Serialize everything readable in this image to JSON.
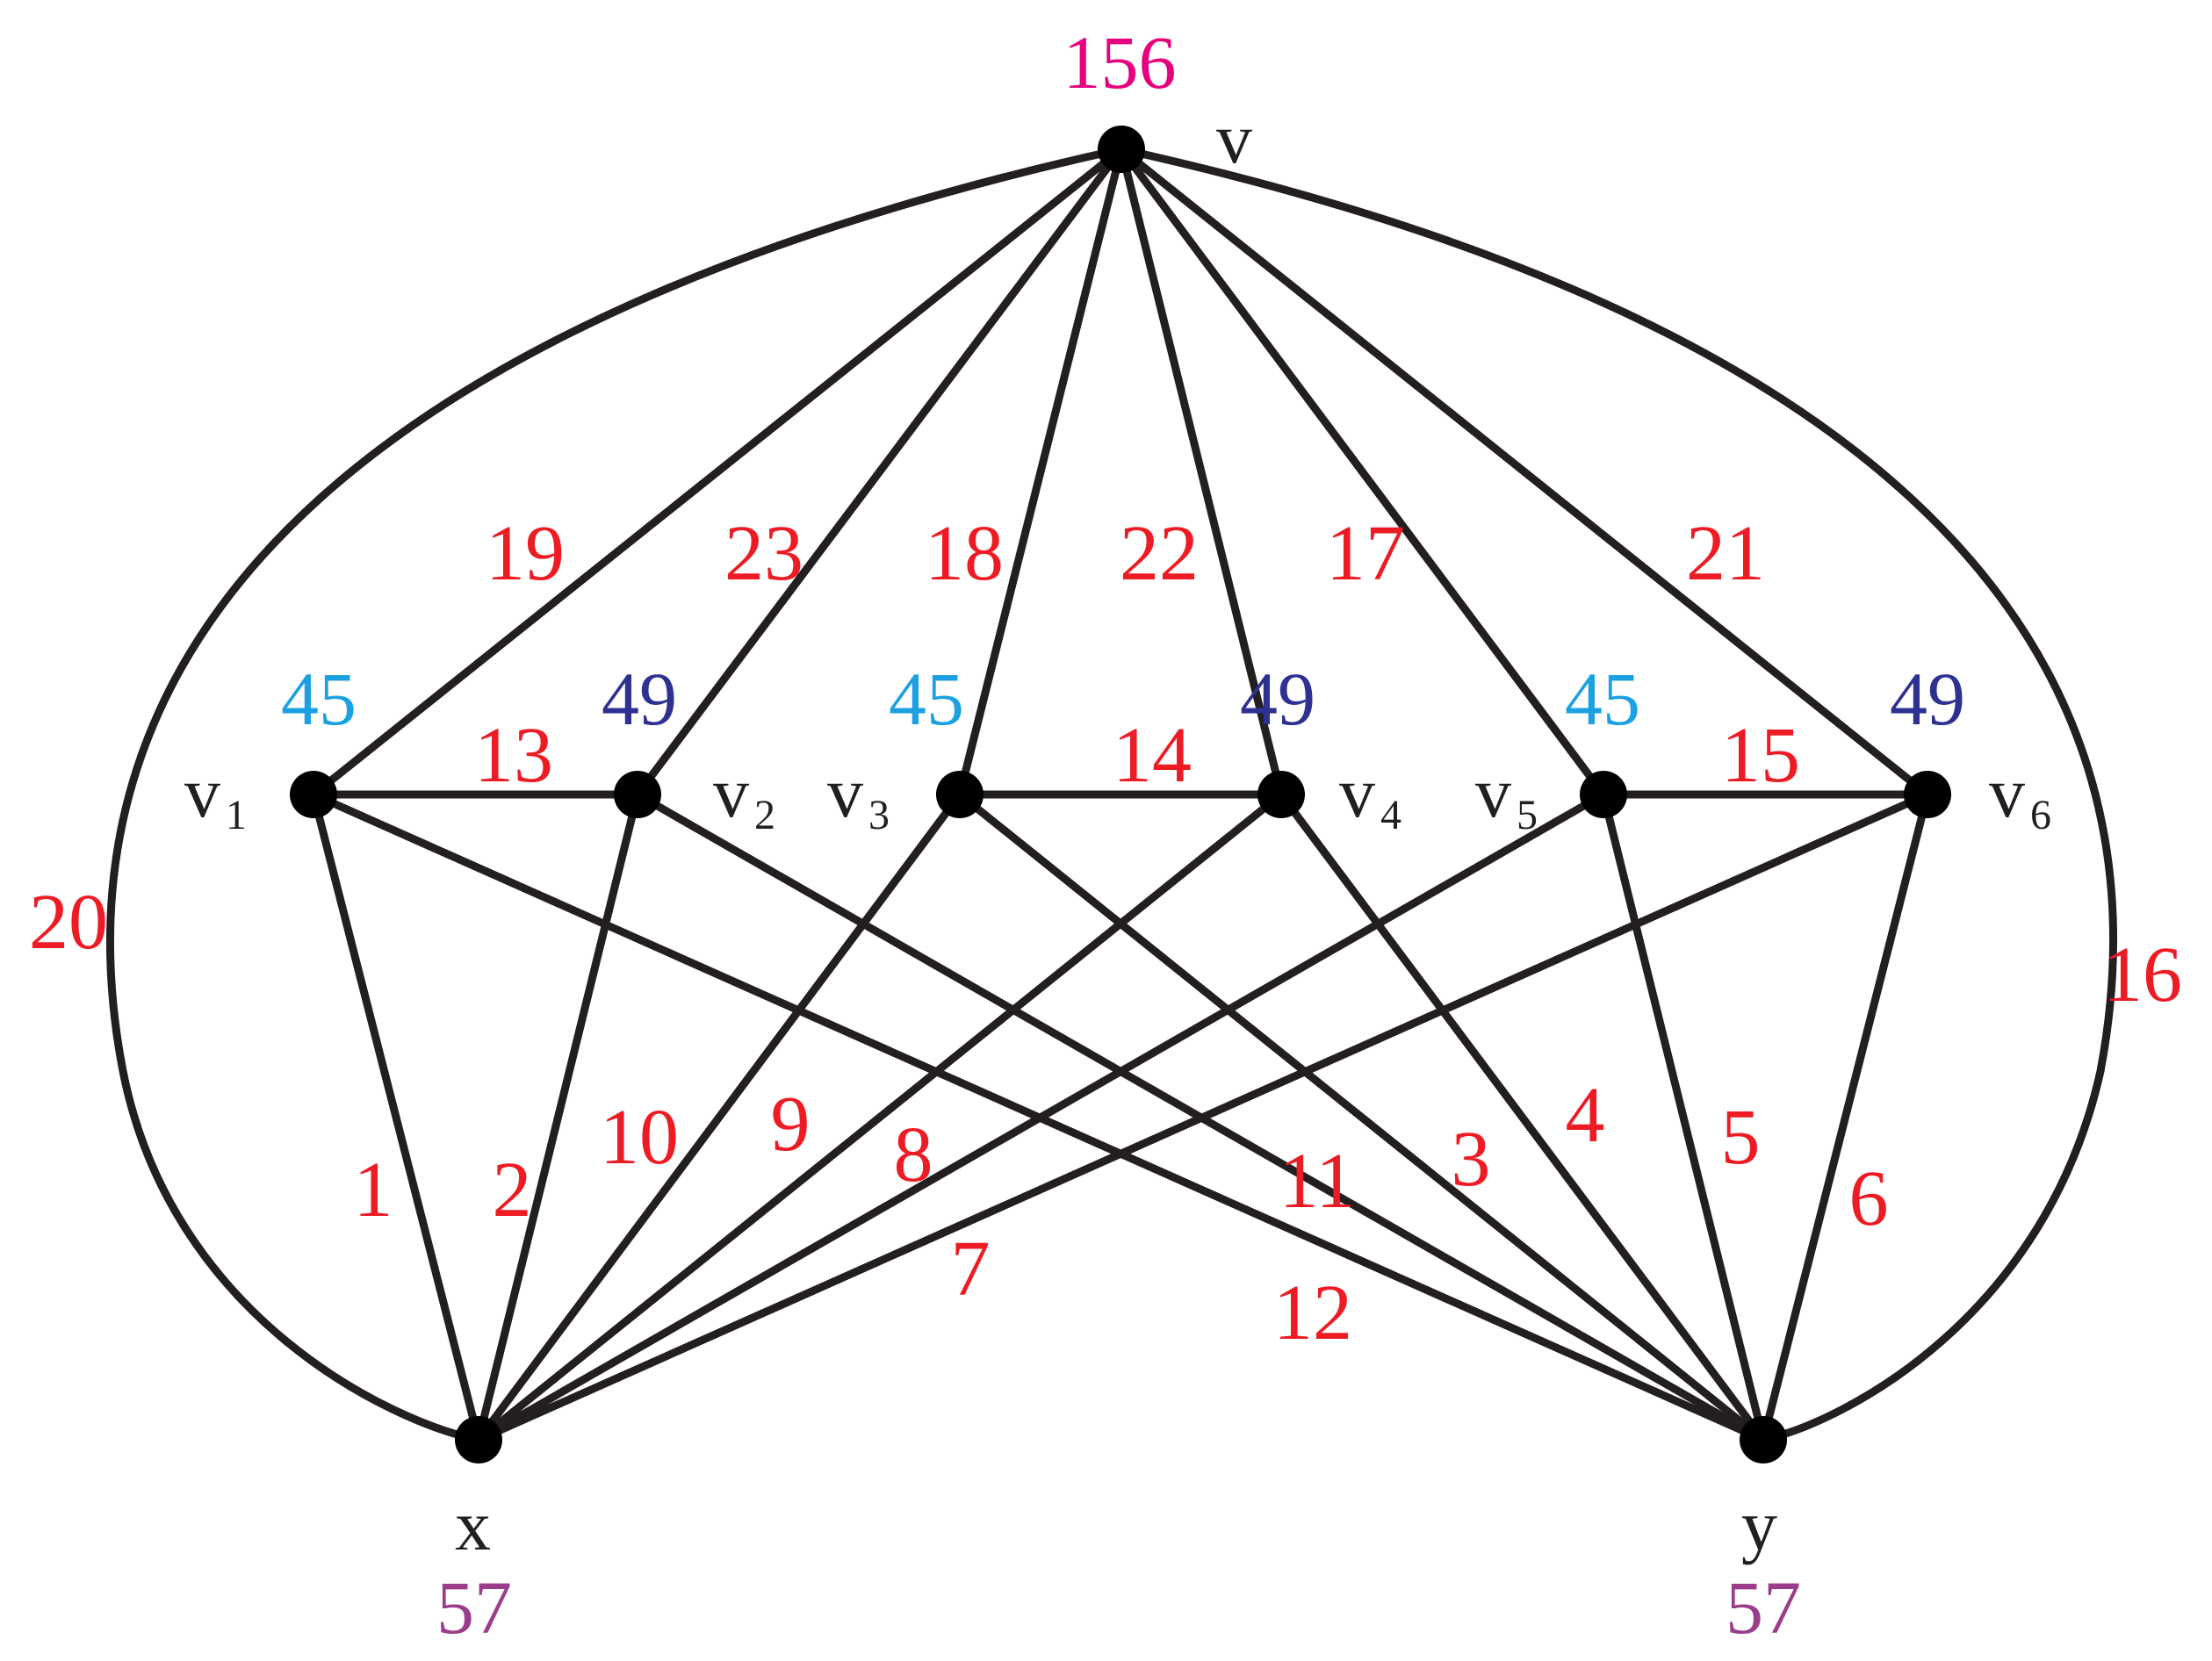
{
  "colors": {
    "edge_label": "#ed1c24",
    "weight_light": "#1ba1e2",
    "weight_dark": "#2e3192",
    "weight_top": "#e6007e",
    "weight_bottom": "#9b3d8a",
    "ink": "#231f20"
  },
  "vertices": [
    {
      "id": "v",
      "name": "v",
      "sub": "",
      "weight": "156",
      "weight_tone": "top"
    },
    {
      "id": "v1",
      "name": "v",
      "sub": "1",
      "weight": "45",
      "weight_tone": "light"
    },
    {
      "id": "v2",
      "name": "v",
      "sub": "2",
      "weight": "49",
      "weight_tone": "dark"
    },
    {
      "id": "v3",
      "name": "v",
      "sub": "3",
      "weight": "45",
      "weight_tone": "light"
    },
    {
      "id": "v4",
      "name": "v",
      "sub": "4",
      "weight": "49",
      "weight_tone": "dark"
    },
    {
      "id": "v5",
      "name": "v",
      "sub": "5",
      "weight": "45",
      "weight_tone": "light"
    },
    {
      "id": "v6",
      "name": "v",
      "sub": "6",
      "weight": "49",
      "weight_tone": "dark"
    },
    {
      "id": "x",
      "name": "x",
      "sub": "",
      "weight": "57",
      "weight_tone": "bottom"
    },
    {
      "id": "y",
      "name": "y",
      "sub": "",
      "weight": "57",
      "weight_tone": "bottom"
    }
  ],
  "edges": [
    {
      "id": "e1",
      "from": "v1",
      "to": "x",
      "label": "1"
    },
    {
      "id": "e2",
      "from": "v2",
      "to": "x",
      "label": "2"
    },
    {
      "id": "e3",
      "from": "v3",
      "to": "y",
      "label": "3"
    },
    {
      "id": "e4",
      "from": "v4",
      "to": "y",
      "label": "4"
    },
    {
      "id": "e5",
      "from": "v5",
      "to": "y",
      "label": "5"
    },
    {
      "id": "e6",
      "from": "v6",
      "to": "y",
      "label": "6"
    },
    {
      "id": "e7",
      "from": "v6",
      "to": "x",
      "label": "7"
    },
    {
      "id": "e8",
      "from": "v5",
      "to": "x",
      "label": "8"
    },
    {
      "id": "e9",
      "from": "v4",
      "to": "x",
      "label": "9"
    },
    {
      "id": "e10",
      "from": "v3",
      "to": "x",
      "label": "10"
    },
    {
      "id": "e11",
      "from": "v2",
      "to": "y",
      "label": "11"
    },
    {
      "id": "e12",
      "from": "v1",
      "to": "y",
      "label": "12"
    },
    {
      "id": "e13",
      "from": "v1",
      "to": "v2",
      "label": "13"
    },
    {
      "id": "e14",
      "from": "v3",
      "to": "v4",
      "label": "14"
    },
    {
      "id": "e15",
      "from": "v5",
      "to": "v6",
      "label": "15"
    },
    {
      "id": "e16",
      "from": "v",
      "to": "y",
      "label": "16",
      "curved": true
    },
    {
      "id": "e17",
      "from": "v",
      "to": "v5",
      "label": "17"
    },
    {
      "id": "e18",
      "from": "v",
      "to": "v3",
      "label": "18"
    },
    {
      "id": "e19",
      "from": "v",
      "to": "v1",
      "label": "19"
    },
    {
      "id": "e20",
      "from": "v",
      "to": "x",
      "label": "20",
      "curved": true
    },
    {
      "id": "e21",
      "from": "v",
      "to": "v6",
      "label": "21"
    },
    {
      "id": "e22",
      "from": "v",
      "to": "v4",
      "label": "22"
    },
    {
      "id": "e23",
      "from": "v",
      "to": "v2",
      "label": "23"
    }
  ]
}
